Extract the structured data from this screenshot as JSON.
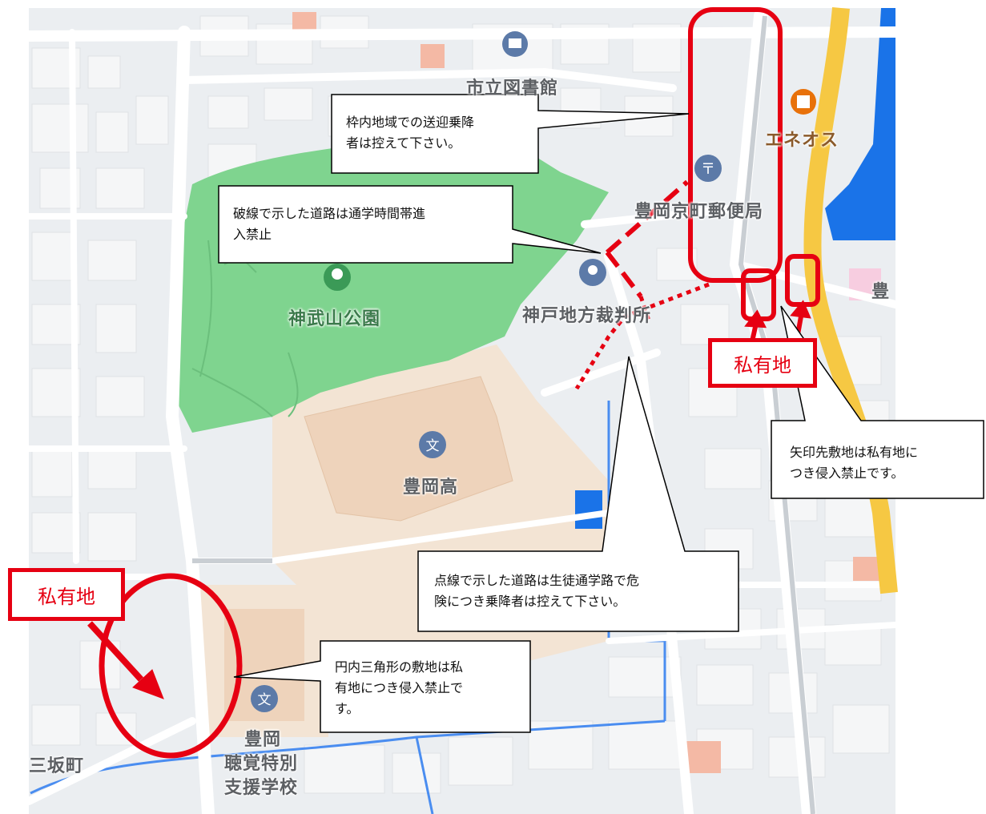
{
  "map": {
    "pois": {
      "library": "市立図書館",
      "eneos": "エネオス",
      "post_office": "豊岡京町郵便局",
      "court": "神戸地方裁判所",
      "park": "神武山公園",
      "high_school": "豊岡高",
      "school_line1": "豊岡",
      "school_line2": "聴覚特別",
      "school_line3": "支援学校",
      "town": "三坂町",
      "edge_label": "豊"
    },
    "colors": {
      "park": "#7fd48f",
      "road": "#c9ced3",
      "water": "#1a73e8",
      "annotation": "#e60012"
    }
  },
  "annotations": {
    "private_land_top": "私有地",
    "private_land_left": "私有地",
    "callout_frame": {
      "line1": "枠内地域での送迎乗降",
      "line2": "者は控えて下さい。"
    },
    "callout_dashed": {
      "line1": "破線で示した道路は通学時間帯進",
      "line2": "入禁止"
    },
    "callout_arrow": {
      "line1": "矢印先敷地は私有地に",
      "line2": "つき侵入禁止です。"
    },
    "callout_dotted": {
      "line1": "点線で示した道路は生徒通学路で危",
      "line2": "険につき乗降者は控えて下さい。"
    },
    "callout_circle": {
      "line1": "円内三角形の敷地は私",
      "line2": "有地につき侵入禁止で",
      "line3": "す。"
    }
  }
}
